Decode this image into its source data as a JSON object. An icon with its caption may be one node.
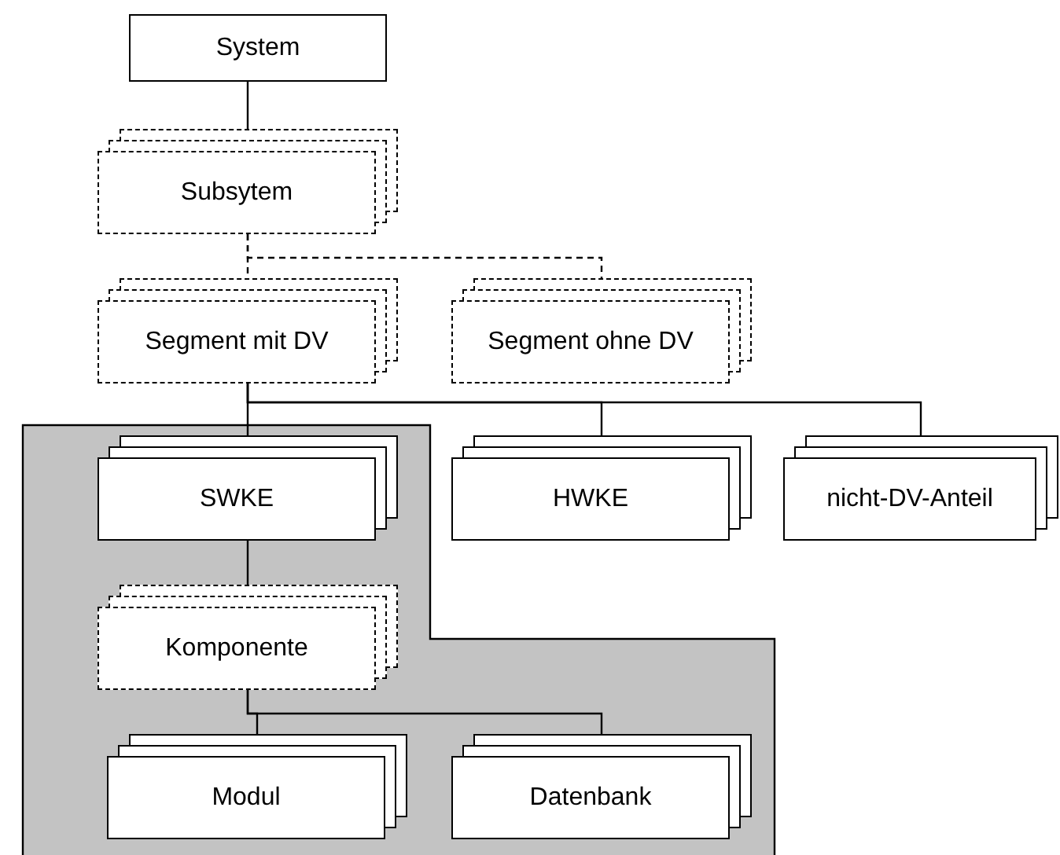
{
  "diagram": {
    "nodes": [
      {
        "text": [
          "System"
        ]
      },
      {
        "text": [
          "Subsytem"
        ]
      },
      {
        "text": [
          "Segment mit DV"
        ]
      },
      {
        "text": [
          "Segment ohne DV"
        ]
      },
      {
        "text": [
          "SWKE"
        ]
      },
      {
        "text": [
          "HWKE"
        ]
      },
      {
        "text": [
          "nicht-DV-Anteil"
        ]
      },
      {
        "text": [
          "Komponente"
        ]
      },
      {
        "text": [
          "Modul"
        ]
      },
      {
        "text": [
          "Datenbank"
        ]
      }
    ],
    "edges": [
      {
        "from": 0,
        "to": 1,
        "arrow": "none"
      },
      {
        "from": 1,
        "to": 2,
        "arrow": "none",
        "style": "dashed"
      },
      {
        "from": 1,
        "to": 3,
        "arrow": "none",
        "style": "dashed"
      },
      {
        "from": 2,
        "to": 4,
        "arrow": "none"
      },
      {
        "from": 2,
        "to": 5,
        "arrow": "none"
      },
      {
        "from": 2,
        "to": 6,
        "arrow": "none"
      },
      {
        "from": 4,
        "to": 7,
        "arrow": "none"
      },
      {
        "from": 7,
        "to": 8,
        "arrow": "none"
      },
      {
        "from": 7,
        "to": 9,
        "arrow": "none"
      }
    ]
  }
}
